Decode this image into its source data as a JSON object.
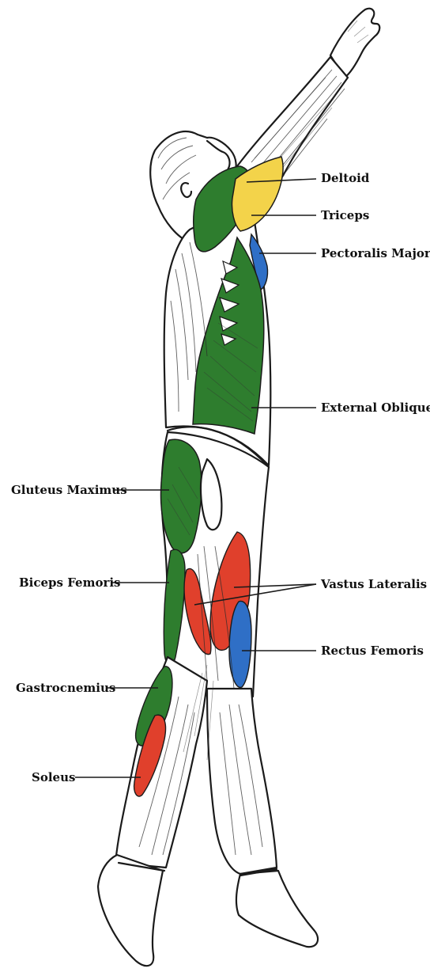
{
  "colors": {
    "deltoid": "#f3d34a",
    "green_muscle": "#2e7d2e",
    "blue_muscle": "#2f6fc6",
    "red_muscle": "#e0402c",
    "line": "#1b1b1b"
  },
  "labels": {
    "deltoid": "Deltoid",
    "triceps": "Triceps",
    "pectoralis_major": "Pectoralis Major",
    "external_oblique": "External Oblique",
    "gluteus_maximus": "Gluteus Maximus",
    "biceps_femoris": "Biceps Femoris",
    "vastus_lateralis": "Vastus Lateralis",
    "rectus_femoris": "Rectus Femoris",
    "gastrocnemius": "Gastrocnemius",
    "soleus": "Soleus"
  }
}
